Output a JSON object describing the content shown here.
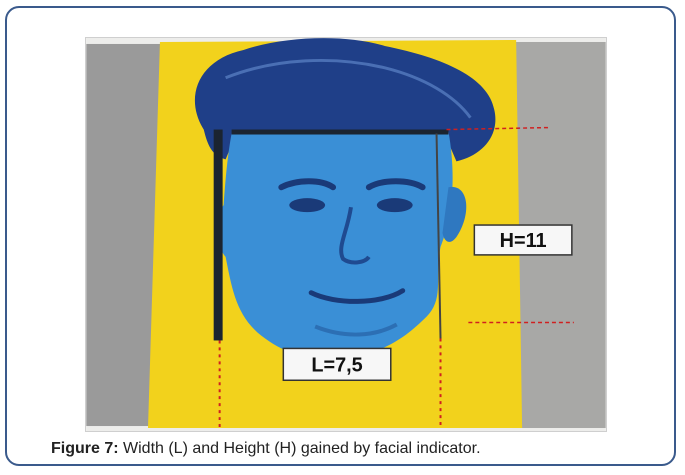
{
  "figure": {
    "labels": {
      "height_label": "H=11",
      "width_label": "L=7,5"
    },
    "caption": {
      "prefix": "Figure 7:",
      "text": " Width (L) and Height (H) gained by facial indicator."
    }
  },
  "colors": {
    "border": "#3a5a8c",
    "background_yellow": "#f2d21c",
    "face_blue": "#3a8fd6",
    "hair_dark": "#1f3f88",
    "measure_line": "#1b2430",
    "dotted_red": "#d02020"
  }
}
